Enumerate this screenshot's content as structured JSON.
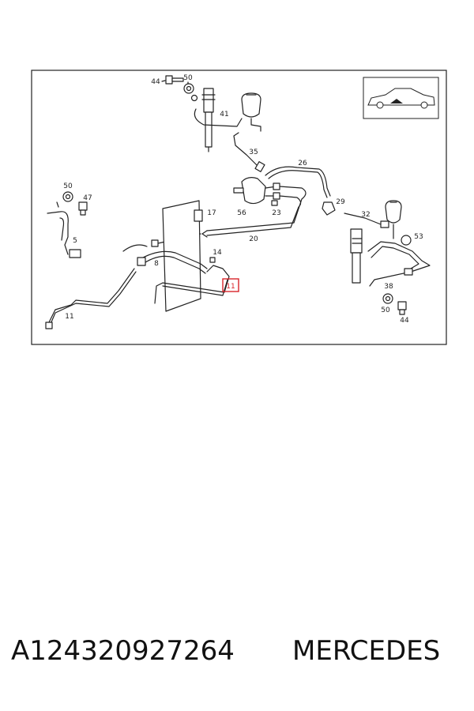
{
  "diagram": {
    "callouts": [
      {
        "id": "c44a",
        "text": "44"
      },
      {
        "id": "c50a",
        "text": "50"
      },
      {
        "id": "c41",
        "text": "41"
      },
      {
        "id": "c35",
        "text": "35"
      },
      {
        "id": "c26",
        "text": "26"
      },
      {
        "id": "c50b",
        "text": "50"
      },
      {
        "id": "c47",
        "text": "47"
      },
      {
        "id": "c5",
        "text": "5"
      },
      {
        "id": "c17",
        "text": "17"
      },
      {
        "id": "c56",
        "text": "56"
      },
      {
        "id": "c23",
        "text": "23"
      },
      {
        "id": "c29",
        "text": "29"
      },
      {
        "id": "c32",
        "text": "32"
      },
      {
        "id": "c20",
        "text": "20"
      },
      {
        "id": "c8",
        "text": "8"
      },
      {
        "id": "c14",
        "text": "14"
      },
      {
        "id": "c11a",
        "text": "11"
      },
      {
        "id": "c11b",
        "text": "11"
      },
      {
        "id": "c53",
        "text": "53"
      },
      {
        "id": "c38",
        "text": "38"
      },
      {
        "id": "c50c",
        "text": "50"
      },
      {
        "id": "c44b",
        "text": "44"
      }
    ],
    "highlight_color": "#d9252a"
  },
  "footer": {
    "part_number": "A124320927264",
    "brand": "MERCEDES"
  }
}
